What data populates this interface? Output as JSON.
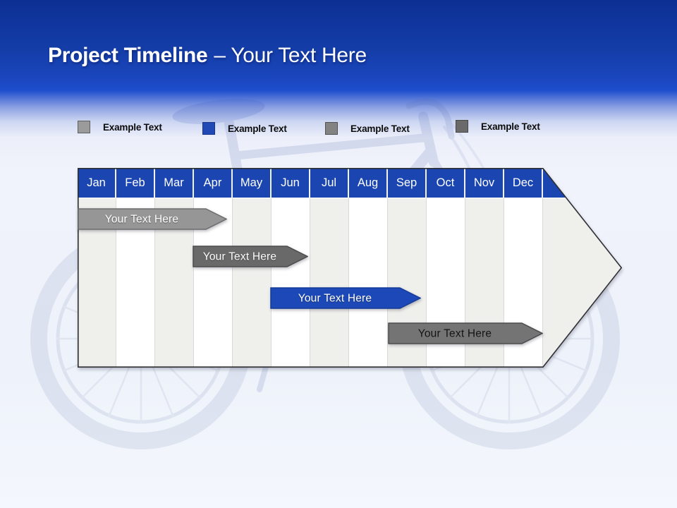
{
  "slide": {
    "title_bold": "Project Timeline",
    "title_light": "– Your Text Here"
  },
  "legend": {
    "items": [
      {
        "label": "Example Text",
        "color": "#9b9b9b",
        "border": "#5f5f5f"
      },
      {
        "label": "Example Text",
        "color": "#2149b5",
        "border": "#16348c"
      },
      {
        "label": "Example Text",
        "color": "#838383",
        "border": "#525252"
      },
      {
        "label": "Example Text",
        "color": "#6a6a6a",
        "border": "#474747"
      }
    ]
  },
  "timeline": {
    "header_color": "#1b45b0",
    "months": [
      "Jan",
      "Feb",
      "Mar",
      "Apr",
      "May",
      "Jun",
      "Jul",
      "Aug",
      "Sep",
      "Oct",
      "Nov",
      "Dec"
    ],
    "bars": [
      {
        "label": "Your Text Here",
        "fill": "#969696",
        "stroke": "#6d6d6d",
        "text_color": "#ffffff"
      },
      {
        "label": "Your Text Here",
        "fill": "#696969",
        "stroke": "#4c4c4c",
        "text_color": "#ffffff"
      },
      {
        "label": "Your Text Here",
        "fill": "#1d49b8",
        "stroke": "#143b97",
        "text_color": "#ffffff"
      },
      {
        "label": "Your Text Here",
        "fill": "#747474",
        "stroke": "#4c4c4c",
        "text_color": "#141414"
      }
    ]
  },
  "background": {
    "watermark": "bicycle-photo"
  },
  "chart_data": {
    "type": "bar",
    "subtype": "gantt-timeline",
    "title": "Project Timeline – Your Text Here",
    "categories": [
      "Jan",
      "Feb",
      "Mar",
      "Apr",
      "May",
      "Jun",
      "Jul",
      "Aug",
      "Sep",
      "Oct",
      "Nov",
      "Dec"
    ],
    "series": [
      {
        "name": "Your Text Here",
        "row": 1,
        "start": "Jan",
        "end": "Apr",
        "start_index": 0.0,
        "end_index": 3.85,
        "color": "#969696"
      },
      {
        "name": "Your Text Here",
        "row": 2,
        "start": "Apr",
        "end": "Jun",
        "start_index": 2.95,
        "end_index": 5.95,
        "color": "#696969"
      },
      {
        "name": "Your Text Here",
        "row": 3,
        "start": "Jun",
        "end": "Sep",
        "start_index": 4.95,
        "end_index": 8.85,
        "color": "#1d49b8"
      },
      {
        "name": "Your Text Here",
        "row": 4,
        "start": "Sep",
        "end": "Dec",
        "start_index": 8.0,
        "end_index": 12.0,
        "color": "#747474"
      }
    ],
    "x_axis": "months",
    "grid": "alternating-month-columns",
    "legend_position": "top"
  }
}
